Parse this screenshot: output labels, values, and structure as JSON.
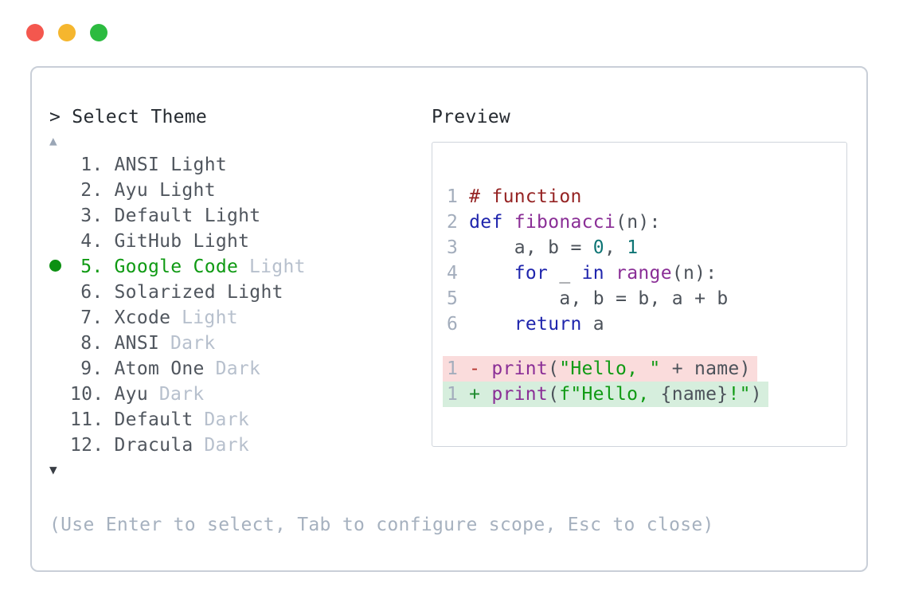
{
  "window": {
    "controls": {
      "close_color": "#f4574e",
      "minimize_color": "#f5b62e",
      "maximize_color": "#2cbb40"
    }
  },
  "picker": {
    "prompt": "> Select Theme",
    "scroll_up": "▲",
    "scroll_down": "▼",
    "items": [
      {
        "number": "1.",
        "name": "ANSI Light",
        "suffix": "",
        "selected": false
      },
      {
        "number": "2.",
        "name": "Ayu Light",
        "suffix": "",
        "selected": false
      },
      {
        "number": "3.",
        "name": "Default Light",
        "suffix": "",
        "selected": false
      },
      {
        "number": "4.",
        "name": "GitHub Light",
        "suffix": "",
        "selected": false
      },
      {
        "number": "5.",
        "name": "Google Code",
        "suffix": "Light",
        "selected": true
      },
      {
        "number": "6.",
        "name": "Solarized Light",
        "suffix": "",
        "selected": false
      },
      {
        "number": "7.",
        "name": "Xcode",
        "suffix": "Light",
        "selected": false
      },
      {
        "number": "8.",
        "name": "ANSI",
        "suffix": "Dark",
        "selected": false
      },
      {
        "number": "9.",
        "name": "Atom One",
        "suffix": "Dark",
        "selected": false
      },
      {
        "number": "10.",
        "name": "Ayu",
        "suffix": "Dark",
        "selected": false
      },
      {
        "number": "11.",
        "name": "Default",
        "suffix": "Dark",
        "selected": false
      },
      {
        "number": "12.",
        "name": "Dracula",
        "suffix": "Dark",
        "selected": false
      }
    ],
    "hint": "(Use Enter to select, Tab to configure scope, Esc to close)"
  },
  "preview": {
    "title": "Preview",
    "code": [
      {
        "no": "1",
        "tokens": [
          {
            "text": "# function",
            "type": "comment"
          }
        ]
      },
      {
        "no": "2",
        "tokens": [
          {
            "text": "def",
            "type": "keyword"
          },
          {
            "text": " ",
            "type": "plain"
          },
          {
            "text": "fibonacci",
            "type": "function"
          },
          {
            "text": "(n):",
            "type": "plain"
          }
        ]
      },
      {
        "no": "3",
        "tokens": [
          {
            "text": "    a, b = ",
            "type": "plain"
          },
          {
            "text": "0",
            "type": "number"
          },
          {
            "text": ", ",
            "type": "plain"
          },
          {
            "text": "1",
            "type": "number"
          }
        ]
      },
      {
        "no": "4",
        "tokens": [
          {
            "text": "    ",
            "type": "plain"
          },
          {
            "text": "for",
            "type": "keyword"
          },
          {
            "text": " _ ",
            "type": "plain"
          },
          {
            "text": "in",
            "type": "keyword"
          },
          {
            "text": " ",
            "type": "plain"
          },
          {
            "text": "range",
            "type": "function"
          },
          {
            "text": "(n):",
            "type": "plain"
          }
        ]
      },
      {
        "no": "5",
        "tokens": [
          {
            "text": "        a, b = b, a + b",
            "type": "plain"
          }
        ]
      },
      {
        "no": "6",
        "tokens": [
          {
            "text": "    ",
            "type": "plain"
          },
          {
            "text": "return",
            "type": "keyword"
          },
          {
            "text": " a",
            "type": "plain"
          }
        ]
      }
    ],
    "diff": [
      {
        "no": "1",
        "sign": "-",
        "tokens": [
          {
            "text": "print",
            "type": "function"
          },
          {
            "text": "(",
            "type": "plain"
          },
          {
            "text": "\"Hello, \"",
            "type": "string"
          },
          {
            "text": " + name)",
            "type": "plain"
          }
        ]
      },
      {
        "no": "1",
        "sign": "+",
        "tokens": [
          {
            "text": "print",
            "type": "function"
          },
          {
            "text": "(",
            "type": "plain"
          },
          {
            "text": "f\"Hello, ",
            "type": "string"
          },
          {
            "text": "{name}",
            "type": "plain"
          },
          {
            "text": "!\"",
            "type": "string"
          },
          {
            "text": ")",
            "type": "plain"
          }
        ]
      }
    ]
  },
  "colors": {
    "selected_green": "#0f9a13",
    "dim_text": "#b7c0cd",
    "hint_text": "#a6b1bf",
    "comment": "#952323",
    "keyword": "#1f25ad",
    "function": "#8a2e96",
    "number_literal": "#0e7575",
    "string": "#0f9a13",
    "diff_minus_bg": "#fadcdc",
    "diff_plus_bg": "#d6eedd",
    "border": "#c9cfd8"
  }
}
